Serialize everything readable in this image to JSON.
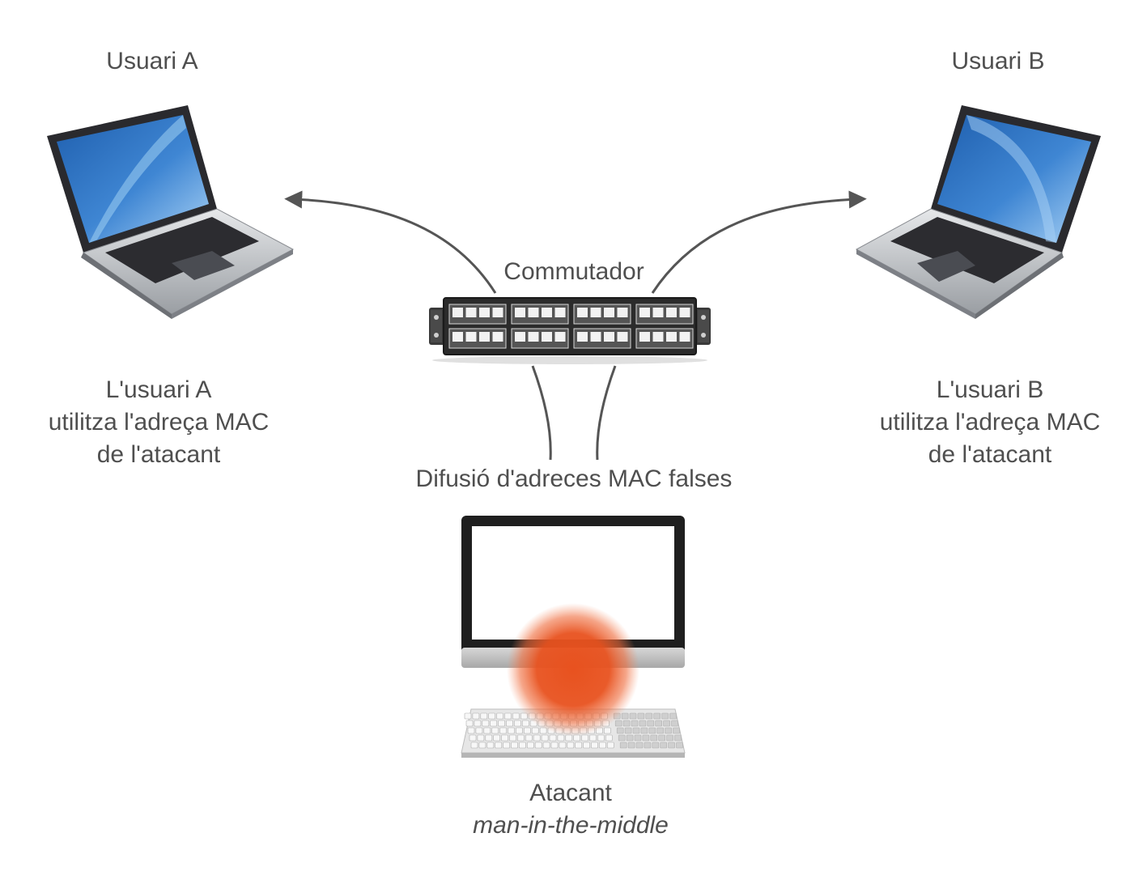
{
  "user_a": {
    "title": "Usuari A",
    "caption": [
      "L'usuari A",
      "utilitza l'adreça MAC",
      "de l'atacant"
    ]
  },
  "user_b": {
    "title": "Usuari B",
    "caption": [
      "L'usuari B",
      "utilitza l'adreça MAC",
      "de l'atacant"
    ]
  },
  "switch": {
    "label": "Commutador"
  },
  "flood": {
    "label": "Difusió d'adreces MAC falses"
  },
  "attacker": {
    "label": "Atacant",
    "sublabel": "man-in-the-middle"
  },
  "colors": {
    "text": "#4f4f4f",
    "arrow": "#555555",
    "attack_glow": "#e8521f",
    "screen_blue": "#3a7bc8",
    "switch_body": "#2b2b2b"
  },
  "icons": [
    "laptop-icon",
    "network-switch-icon",
    "desktop-computer-icon",
    "keyboard-icon"
  ]
}
